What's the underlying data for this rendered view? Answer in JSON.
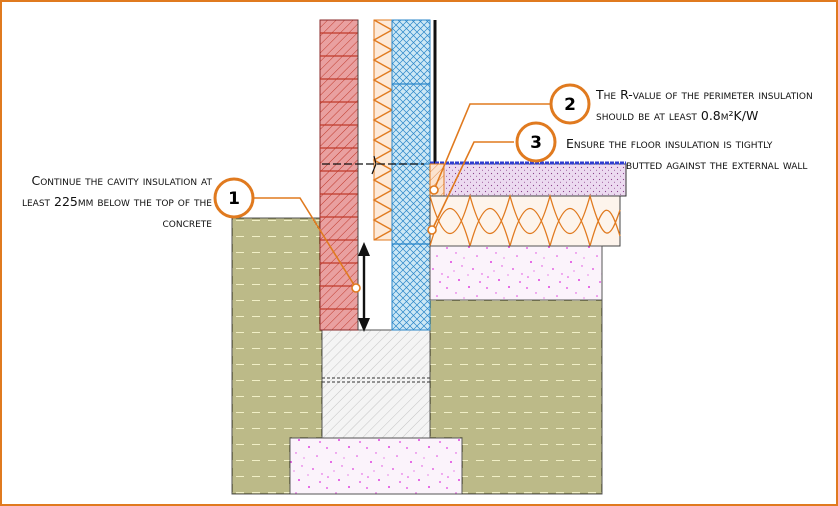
{
  "callouts": [
    {
      "number": "1",
      "lines": [
        "Continue the cavity insulation at",
        "least 225mm below the top of the",
        "concrete"
      ]
    },
    {
      "number": "2",
      "lines": [
        "The R-value of the perimeter insulation",
        "should be at least 0.8m²K/W"
      ]
    },
    {
      "number": "3",
      "lines": [
        "Ensure the floor insulation is tightly",
        "butted against the external wall"
      ]
    }
  ],
  "colors": {
    "accent": "#e07a1f",
    "brick": "#e58a8a",
    "brick_line": "#c0392b",
    "block_insulation": "#bfe0f2",
    "block_line": "#2a86c9",
    "cavity_insulation": "#f6c9a4",
    "earth": "#f1efc6",
    "earth_line": "#7c7a3c",
    "concrete_dots": "#e040e0",
    "screed": "#e6d3ea",
    "dpm": "#2f3fd0"
  }
}
